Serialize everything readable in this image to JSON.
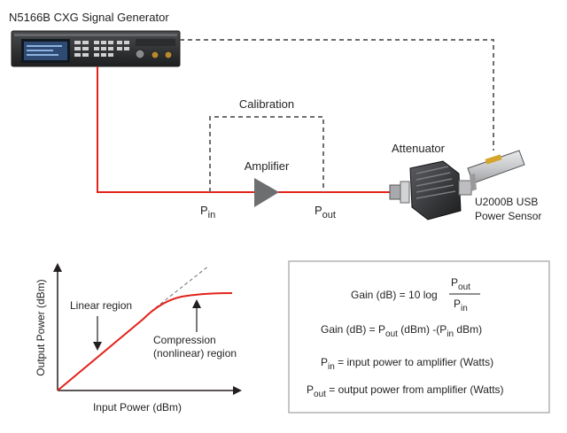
{
  "setup": {
    "generator_label": "N5166B CXG Signal Generator",
    "calibration_label": "Calibration",
    "amplifier_label": "Amplifier",
    "attenuator_label": "Attenuator",
    "sensor_label_line1": "U2000B USB",
    "sensor_label_line2": "Power Sensor",
    "pin": {
      "base": "P",
      "sub": "in"
    },
    "pout": {
      "base": "P",
      "sub": "out"
    }
  },
  "graph": {
    "ylabel": "Output Power (dBm)",
    "xlabel": "Input Power (dBm)",
    "linear_label": "Linear region",
    "compression_line1": "Compression",
    "compression_line2": "(nonlinear) region"
  },
  "formulas": {
    "gain_ratio_prefix": "Gain (dB) = 10 log",
    "num": {
      "base": "P",
      "sub": "out"
    },
    "den": {
      "base": "P",
      "sub": "in"
    },
    "gain_diff": {
      "prefix": "Gain (dB) = ",
      "pout_base": "P",
      "pout_sub": "out",
      "mid": " (dBm) -(",
      "pin_base": "P",
      "pin_sub": "in",
      "suffix": "  dBm)"
    },
    "pin_def": {
      "base": "P",
      "sub": "in",
      "text": " = input power to amplifier (Watts)"
    },
    "pout_def": {
      "base": "P",
      "sub": "out",
      "text": " = output power from amplifier (Watts)"
    }
  },
  "colors": {
    "signal_red": "#e2231a",
    "dashed_gray": "#6d6e70",
    "text": "#231f20",
    "box_border": "#b3b3b3"
  }
}
